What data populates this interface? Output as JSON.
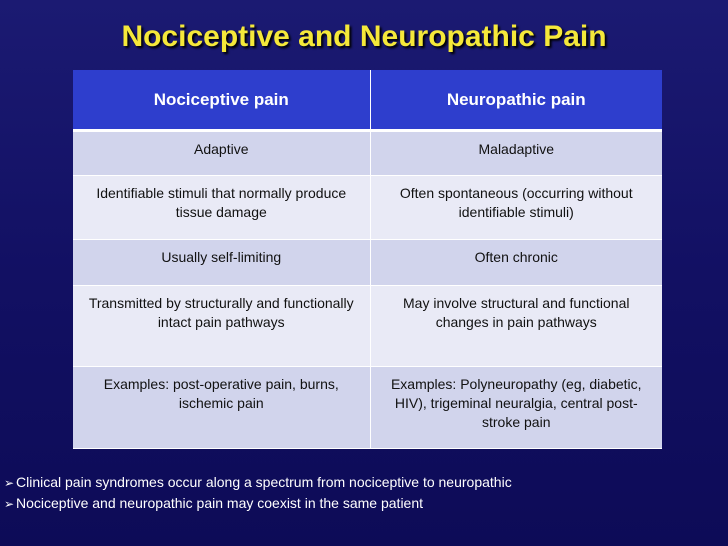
{
  "slide": {
    "title": "Nociceptive and Neuropathic Pain"
  },
  "table": {
    "headers": [
      "Nociceptive pain",
      "Neuropathic pain"
    ],
    "rows": [
      [
        "Adaptive",
        "Maladaptive"
      ],
      [
        "Identifiable stimuli that normally produce tissue damage",
        "Often spontaneous (occurring without identifiable stimuli)"
      ],
      [
        "Usually self-limiting",
        "Often chronic"
      ],
      [
        "Transmitted by structurally and functionally intact pain pathways",
        "May involve structural and functional changes in pain pathways"
      ],
      [
        "Examples: post-operative pain, burns, ischemic pain",
        "Examples: Polyneuropathy (eg, diabetic, HIV), trigeminal neuralgia, central post-stroke pain"
      ]
    ]
  },
  "bullets": {
    "marker_icon": "arrowhead-bullet-icon",
    "marker": "➢",
    "items": [
      "Clinical pain syndromes occur along a spectrum from nociceptive to neuropathic",
      "Nociceptive and neuropathic pain may coexist in the same patient"
    ]
  },
  "colors": {
    "background": "#121063",
    "title": "#f5e83a",
    "header_fill": "#2e3ecd",
    "row_dark": "#d1d4ec",
    "row_light": "#e9eaf6"
  }
}
